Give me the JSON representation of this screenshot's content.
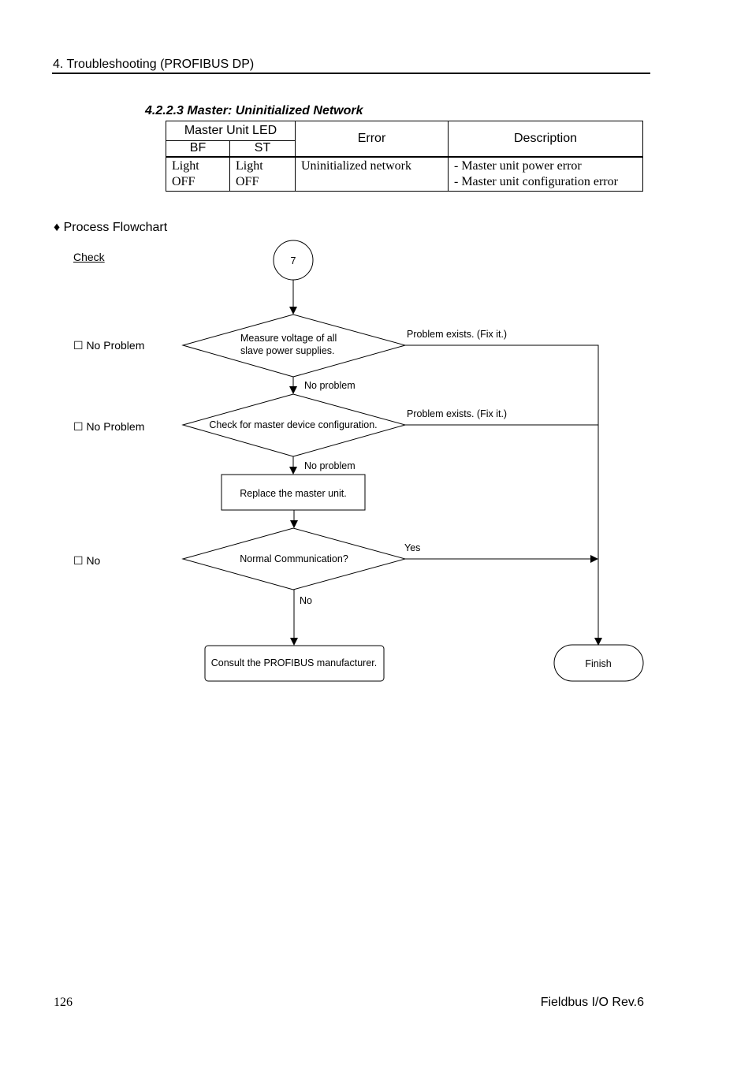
{
  "header": {
    "title": "4. Troubleshooting (PROFIBUS DP)"
  },
  "section_title": "4.2.2.3 Master: Uninitialized Network",
  "table": {
    "headers": {
      "led": "Master Unit LED",
      "bf": "BF",
      "st": "ST",
      "error": "Error",
      "description": "Description"
    },
    "row": {
      "bf": [
        "Light",
        "OFF"
      ],
      "st": [
        "Light",
        "OFF"
      ],
      "error": "Uninitialized network",
      "description": [
        "- Master unit power error",
        "- Master unit configuration error"
      ]
    }
  },
  "flow_heading": "♦ Process Flowchart",
  "checklist": {
    "title": "Check",
    "items": [
      "☐ No Problem",
      "☐ No Problem",
      "☐ No"
    ]
  },
  "flowchart": {
    "start": "7",
    "step1": [
      "Measure voltage of all",
      "slave power supplies."
    ],
    "step2": "Check for master device configuration.",
    "step3": "Replace the master unit.",
    "step4": "Normal Communication?",
    "consult": "Consult the PROFIBUS manufacturer.",
    "finish": "Finish",
    "no_problem": "No problem",
    "problem": "Problem exists. (Fix it.)",
    "yes": "Yes",
    "no": "No"
  },
  "footer": {
    "page": "126",
    "doc": "Fieldbus I/O Rev.6"
  }
}
